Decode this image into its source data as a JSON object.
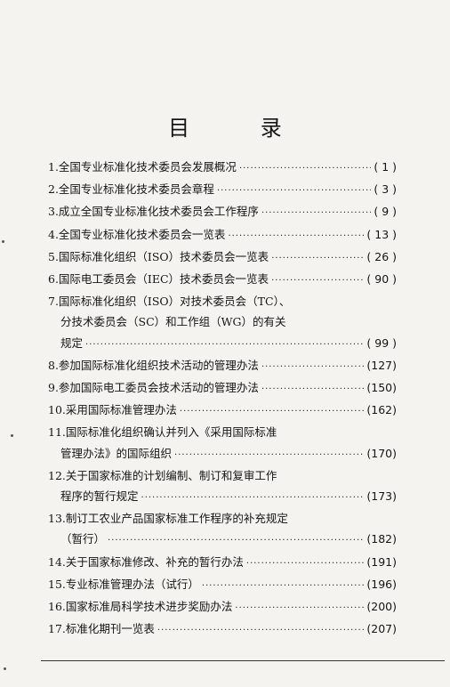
{
  "title": "目  录",
  "entries": [
    {
      "lines": [
        "1.全国专业标准化技术委员会发展概况"
      ],
      "page": "( 1 )"
    },
    {
      "lines": [
        "2.全国专业标准化技术委员会章程"
      ],
      "page": "( 3 )"
    },
    {
      "lines": [
        "3.成立全国专业标准化技术委员会工作程序"
      ],
      "page": "( 9 )"
    },
    {
      "lines": [
        "4.全国专业标准化技术委员会一览表"
      ],
      "page": "( 13 )"
    },
    {
      "lines": [
        "5.国际标准化组织（ISO）技术委员会一览表"
      ],
      "page": "( 26 )"
    },
    {
      "lines": [
        "6.国际电工委员会（IEC）技术委员会一览表"
      ],
      "page": "( 90 )"
    },
    {
      "lines": [
        "7.国际标准化组织（ISO）对技术委员会（TC）、",
        "分技术委员会（SC）和工作组（WG）的有关",
        "规定"
      ],
      "page": "( 99 )"
    },
    {
      "lines": [
        "8.参加国际标准化组织技术活动的管理办法"
      ],
      "page": "(127)"
    },
    {
      "lines": [
        "9.参加国际电工委员会技术活动的管理办法"
      ],
      "page": "(150)"
    },
    {
      "lines": [
        "10.采用国际标准管理办法"
      ],
      "page": "(162)"
    },
    {
      "lines": [
        "11.国际标准化组织确认并列入《采用国际标准",
        "管理办法》的国际组织"
      ],
      "page": "(170)"
    },
    {
      "lines": [
        "12.关于国家标准的计划编制、制订和复审工作",
        "程序的暂行规定"
      ],
      "page": "(173)"
    },
    {
      "lines": [
        "13.制订工农业产品国家标准工作程序的补充规定",
        "（暂行）"
      ],
      "page": "(182)"
    },
    {
      "lines": [
        "14.关于国家标准修改、补充的暂行办法"
      ],
      "page": "(191)"
    },
    {
      "lines": [
        "15.专业标准管理办法（试行）"
      ],
      "page": "(196)"
    },
    {
      "lines": [
        "16.国家标准局科学技术进步奖励办法"
      ],
      "page": "(200)"
    },
    {
      "lines": [
        "17.标准化期刊一览表"
      ],
      "page": "(207)"
    }
  ]
}
